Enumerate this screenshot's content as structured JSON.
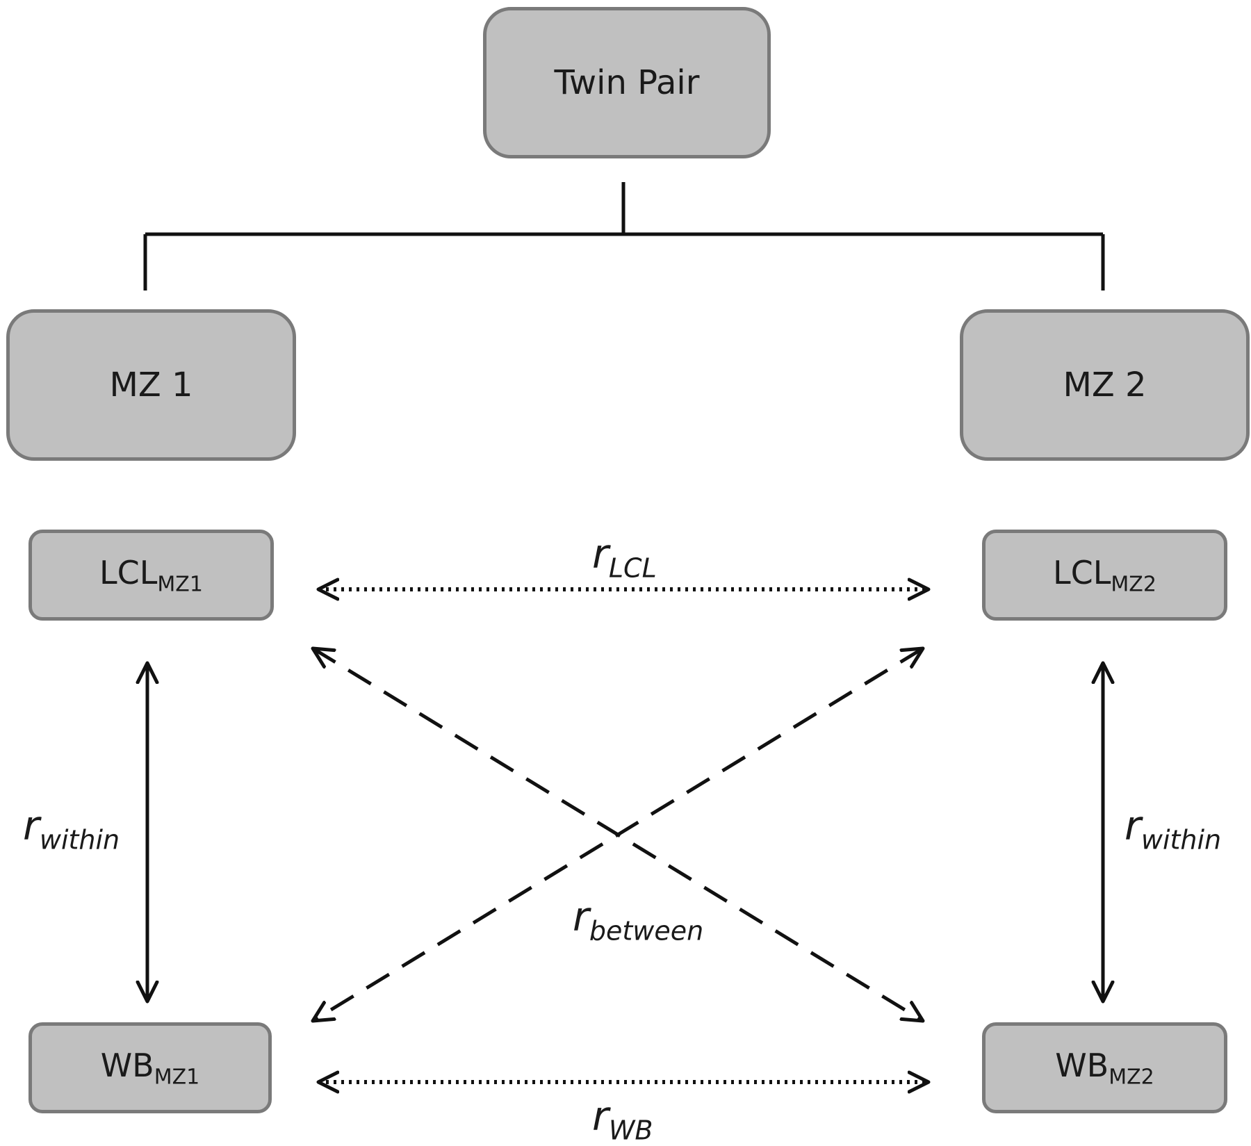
{
  "nodes": {
    "twin_pair": {
      "label": "Twin Pair"
    },
    "mz1": {
      "label": "MZ 1"
    },
    "mz2": {
      "label": "MZ 2"
    },
    "lcl_mz1": {
      "base": "LCL",
      "sub": "MZ1"
    },
    "lcl_mz2": {
      "base": "LCL",
      "sub": "MZ2"
    },
    "wb_mz1": {
      "base": "WB",
      "sub": "MZ1"
    },
    "wb_mz2": {
      "base": "WB",
      "sub": "MZ2"
    }
  },
  "relations": {
    "lcl": {
      "symbol": "r",
      "sub": "LCL"
    },
    "wb": {
      "symbol": "r",
      "sub": "WB"
    },
    "within_left": {
      "symbol": "r",
      "sub": "within"
    },
    "within_right": {
      "symbol": "r",
      "sub": "within"
    },
    "between": {
      "symbol": "r",
      "sub": "between"
    }
  },
  "edges": [
    {
      "from": "twin_pair",
      "to": "mz1",
      "style": "tree"
    },
    {
      "from": "twin_pair",
      "to": "mz2",
      "style": "tree"
    },
    {
      "from": "lcl_mz1",
      "to": "lcl_mz2",
      "style": "dotted",
      "label": "lcl"
    },
    {
      "from": "wb_mz1",
      "to": "wb_mz2",
      "style": "dotted",
      "label": "wb"
    },
    {
      "from": "lcl_mz1",
      "to": "wb_mz1",
      "style": "solid",
      "label": "within_left"
    },
    {
      "from": "lcl_mz2",
      "to": "wb_mz2",
      "style": "solid",
      "label": "within_right"
    },
    {
      "from": "lcl_mz1",
      "to": "wb_mz2",
      "style": "dashed",
      "label": "between"
    },
    {
      "from": "lcl_mz2",
      "to": "wb_mz1",
      "style": "dashed",
      "label": "between"
    }
  ],
  "colors": {
    "box_fill": "#c0c0c0",
    "box_border": "#7a7a7a",
    "line": "#111111"
  }
}
